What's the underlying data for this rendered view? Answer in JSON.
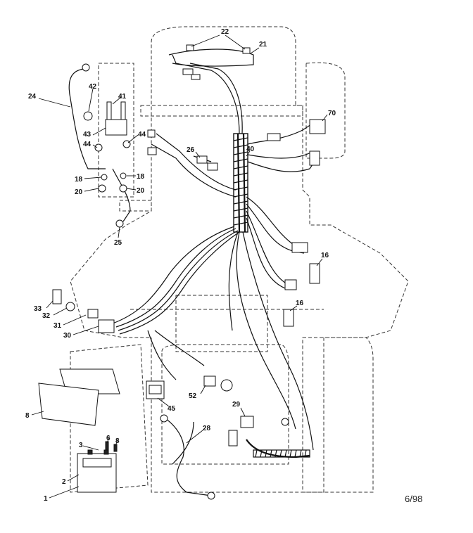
{
  "callouts": [
    "22",
    "21",
    "24",
    "42",
    "41",
    "43",
    "44",
    "44",
    "70",
    "26",
    "40",
    "18",
    "18",
    "20",
    "20",
    "25",
    "16",
    "16",
    "33",
    "32",
    "31",
    "30",
    "8",
    "52",
    "45",
    "29",
    "28",
    "3",
    "6",
    "8",
    "2",
    "1"
  ],
  "footer": {
    "revision": "6/98"
  }
}
